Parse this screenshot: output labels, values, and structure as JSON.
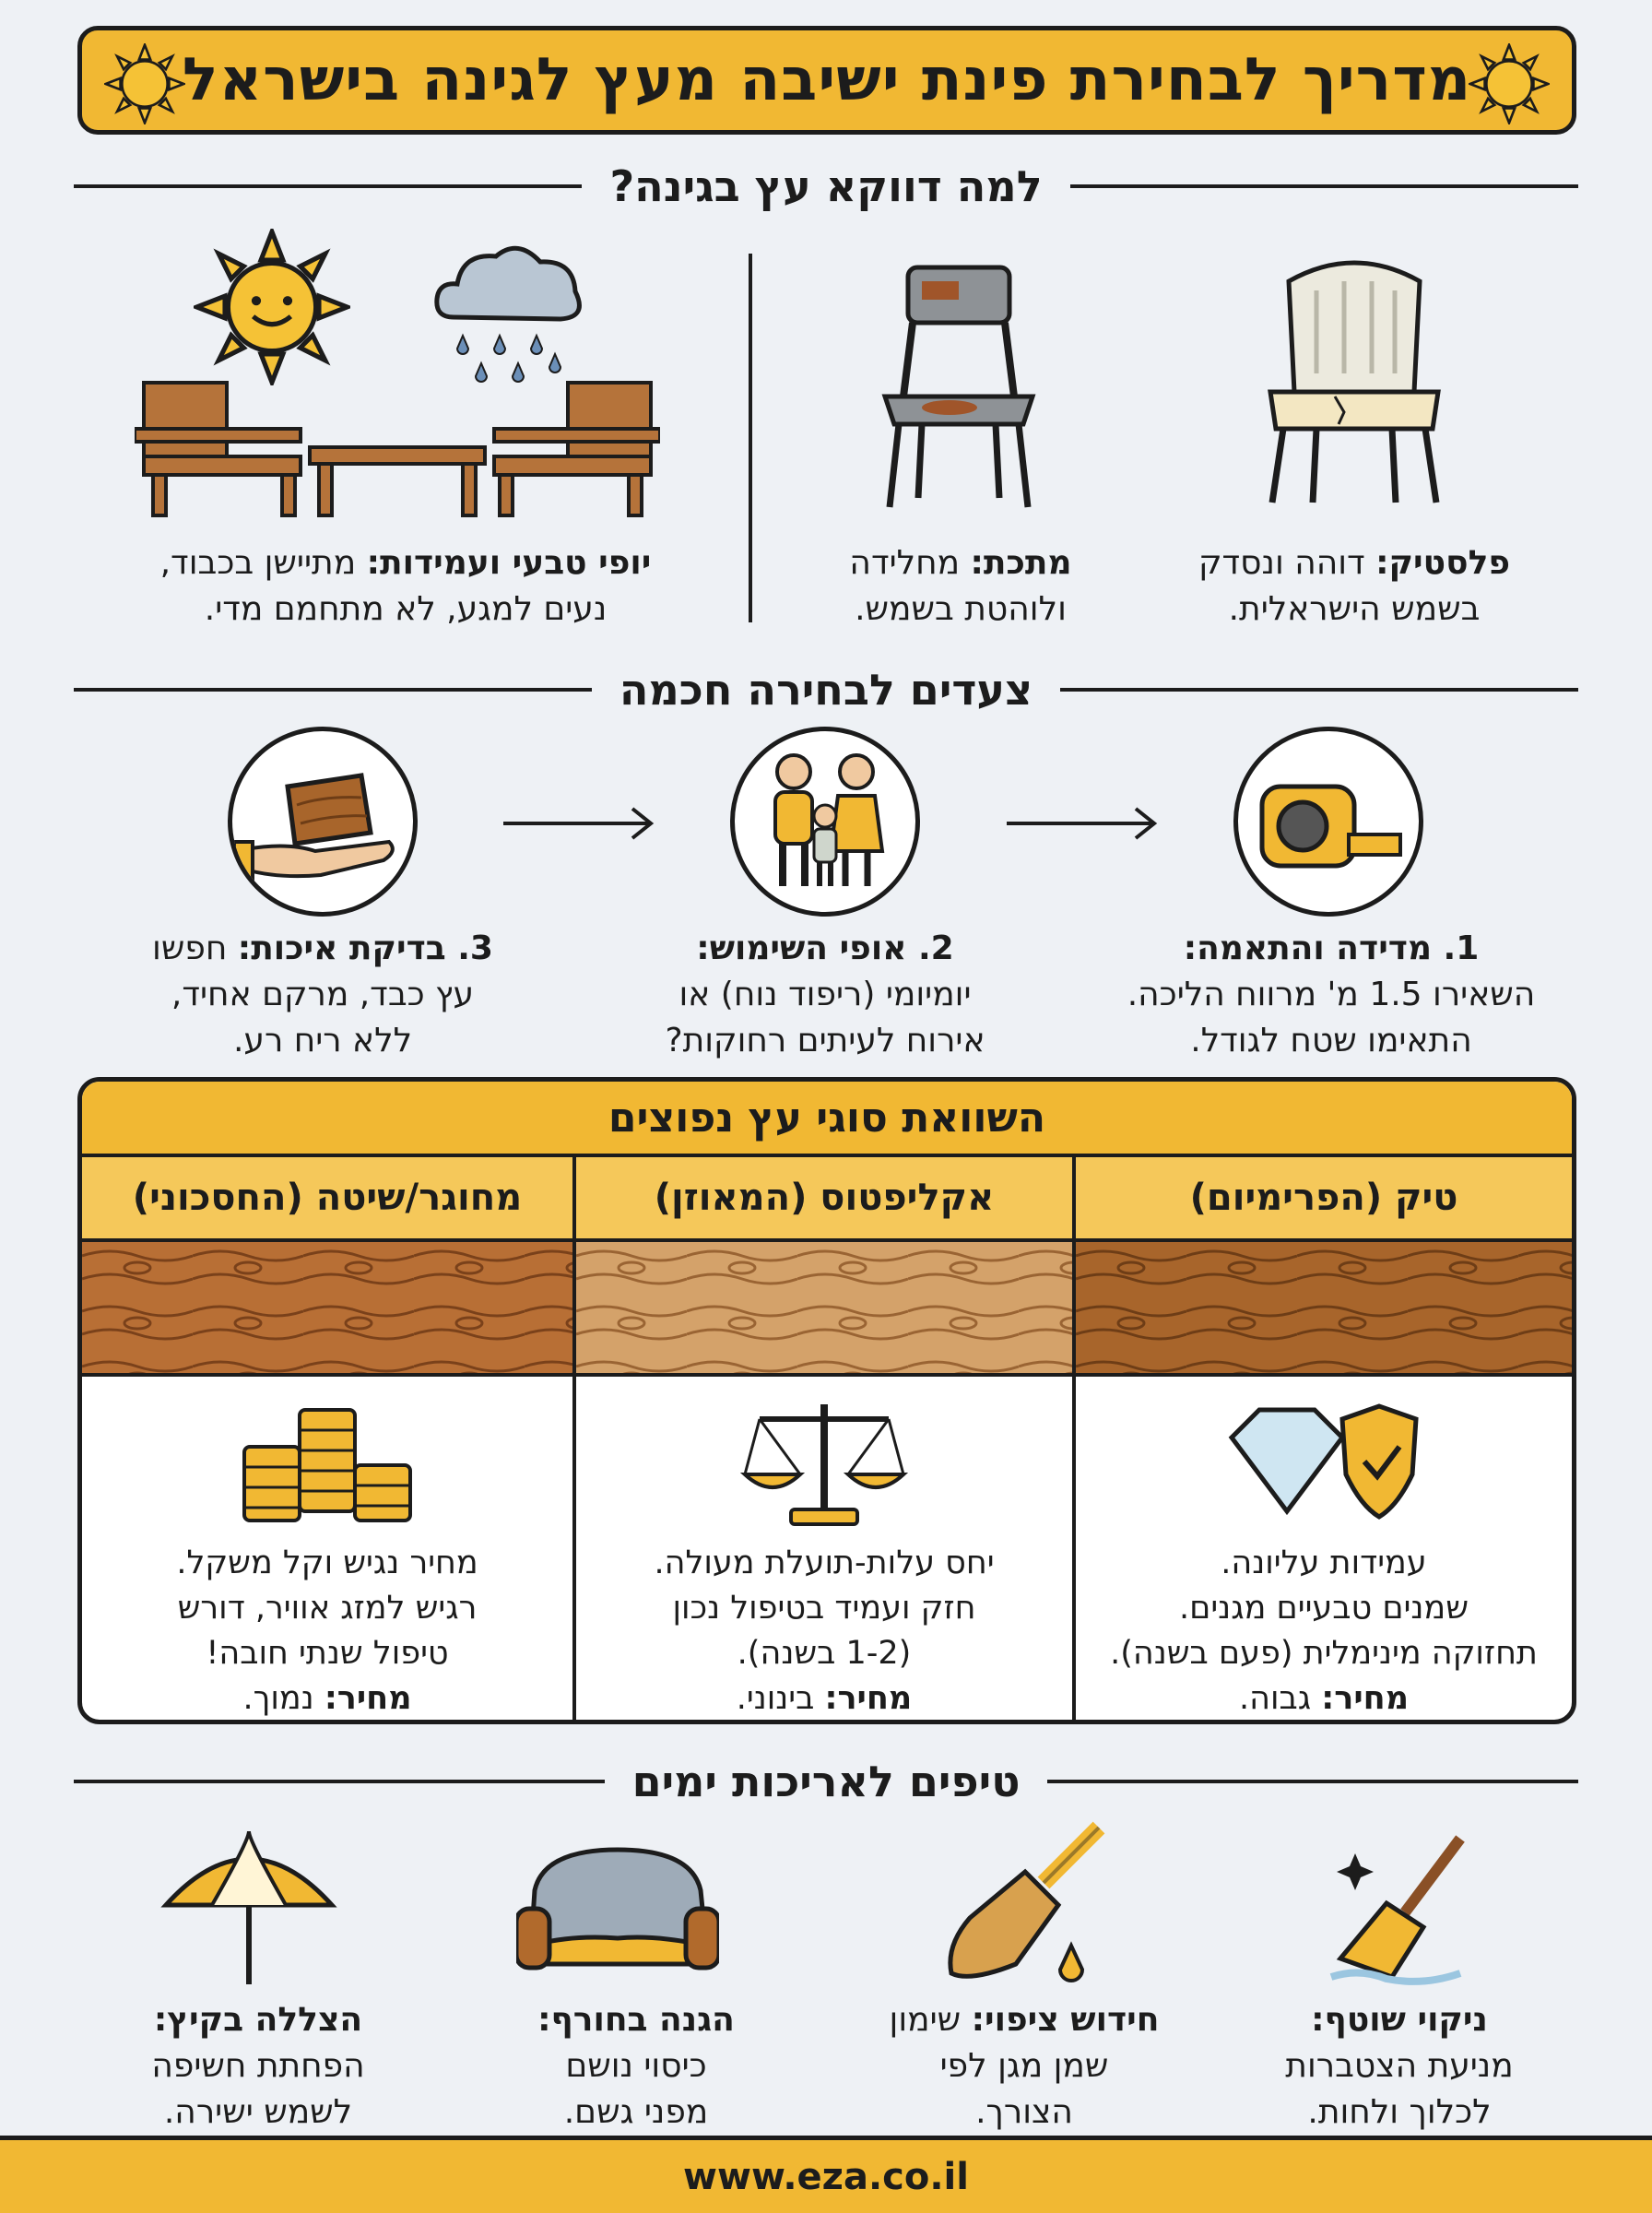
{
  "title": "מדריך לבחירת פינת ישיבה מעץ לגינה בישראל",
  "why": {
    "heading": "למה דווקא עץ בגינה?",
    "items": [
      {
        "bold": "פלסטיק:",
        "line1": " דוהה ונסדק",
        "line2": "בשמש הישראלית."
      },
      {
        "bold": "מתכת:",
        "line1": " מחלידה",
        "line2": "ולוהטת בשמש."
      },
      {
        "bold": "יופי טבעי ועמידות:",
        "line1": " מתיישן בכבוד,",
        "line2": "נעים למגע, לא מתחמם מדי."
      }
    ]
  },
  "steps": {
    "heading": "צעדים לבחירה חכמה",
    "items": [
      {
        "bold": "1. מדידה והתאמה:",
        "line1": "",
        "line2": "השאירו 1.5 מ' מרווח הליכה.",
        "line3": "התאימו שטח לגודל."
      },
      {
        "bold": "2. אופי השימוש:",
        "line1": "",
        "line2": "יומיומי (ריפוד נוח) או",
        "line3": "אירוח לעיתים רחוקות?"
      },
      {
        "bold": "3. בדיקת איכות:",
        "line1": " חפשו",
        "line2": "עץ כבד, מרקם אחיד,",
        "line3": "ללא ריח רע."
      }
    ]
  },
  "compare": {
    "title": "השוואת סוגי עץ נפוצים",
    "columns": [
      {
        "name": "טיק (הפרימיום)",
        "l1": "עמידות עליונה.",
        "l2": "שמנים טבעיים מגנים.",
        "l3": "תחזוקה מינימלית (פעם בשנה).",
        "price_label": "מחיר:",
        "price": " גבוה."
      },
      {
        "name": "אקליפטוס (המאוזן)",
        "l1": "יחס עלות-תועלת מעולה.",
        "l2": "חזק ועמיד בטיפול נכון",
        "l3": "(1-2 בשנה).",
        "price_label": "מחיר:",
        "price": " בינוני."
      },
      {
        "name": "מחוגר/שיטה (החסכוני)",
        "l1": "מחיר נגיש וקל משקל.",
        "l2": "רגיש למזג אוויר, דורש",
        "l3": "טיפול שנתי חובה!",
        "price_label": "מחיר:",
        "price": " נמוך."
      }
    ]
  },
  "tips": {
    "heading": "טיפים לאריכות ימים",
    "items": [
      {
        "bold": "ניקוי שוטף:",
        "line1": "",
        "line2": "מניעת הצטברות",
        "line3": "לכלוך ולחות."
      },
      {
        "bold": "חידוש ציפוי:",
        "line1": " שימון",
        "line2": "שמן מגן לפי",
        "line3": "הצורך."
      },
      {
        "bold": "הגנה בחורף:",
        "line1": "",
        "line2": "כיסוי נושם",
        "line3": "מפני גשם."
      },
      {
        "bold": "הצללה בקיץ:",
        "line1": "",
        "line2": "הפחתת חשיפה",
        "line3": "לשמש ישירה."
      }
    ]
  },
  "footer": "www.eza.co.il",
  "colors": {
    "accent": "#f1b833",
    "ink": "#1c1c1c",
    "wood": "#a8652b"
  }
}
